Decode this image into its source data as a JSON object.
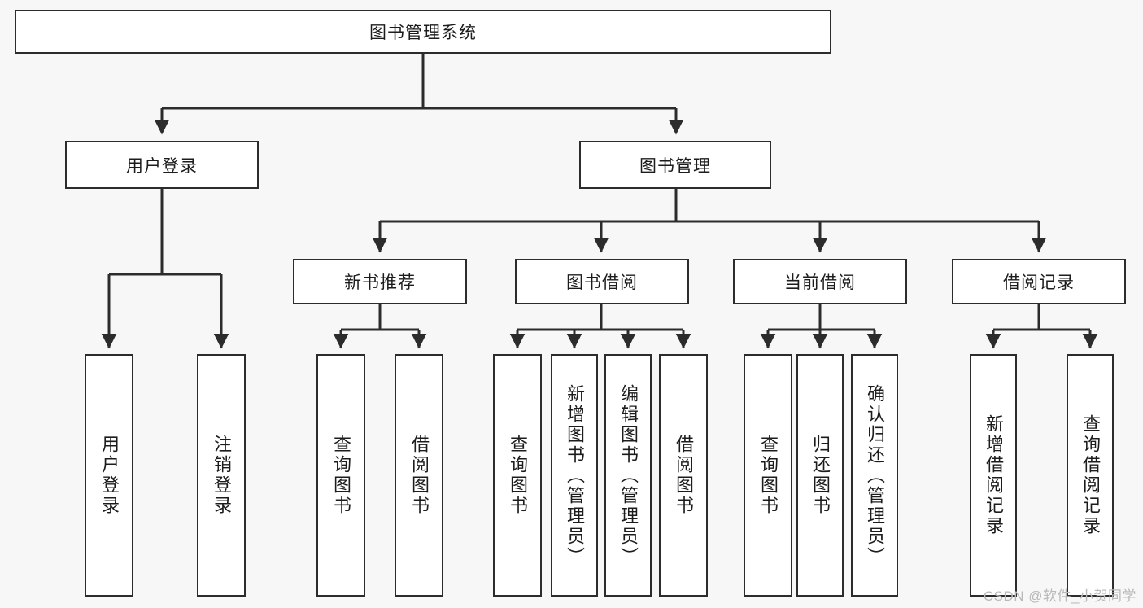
{
  "diagram": {
    "title": "图书管理系统",
    "type": "tree-hierarchy",
    "watermark": "CSDN @软件_小贺同学",
    "colors": {
      "stroke": "#2c2c2c",
      "fill": "#ffffff",
      "background": "#f7f7f7",
      "text": "#1c1c1c",
      "watermark": "#b9b9b9"
    },
    "root": {
      "id": "root",
      "label": "图书管理系统"
    },
    "level2": [
      {
        "id": "user-login",
        "label": "用户登录"
      },
      {
        "id": "book-manage",
        "label": "图书管理"
      }
    ],
    "level3": [
      {
        "id": "new-book-recommend",
        "label": "新书推荐",
        "parent": "book-manage"
      },
      {
        "id": "book-borrow",
        "label": "图书借阅",
        "parent": "book-manage"
      },
      {
        "id": "current-borrow",
        "label": "当前借阅",
        "parent": "book-manage"
      },
      {
        "id": "borrow-record",
        "label": "借阅记录",
        "parent": "book-manage"
      }
    ],
    "leaves": [
      {
        "id": "leaf-user-login",
        "label": "用户登录",
        "parent": "user-login"
      },
      {
        "id": "leaf-logout",
        "label": "注销登录",
        "parent": "user-login"
      },
      {
        "id": "leaf-query-book-1",
        "label": "查询图书",
        "parent": "new-book-recommend"
      },
      {
        "id": "leaf-borrow-book-1",
        "label": "借阅图书",
        "parent": "new-book-recommend"
      },
      {
        "id": "leaf-query-book-2",
        "label": "查询图书",
        "parent": "book-borrow"
      },
      {
        "id": "leaf-add-book",
        "label": "新增图书（管理员）",
        "parent": "book-borrow"
      },
      {
        "id": "leaf-edit-book",
        "label": "编辑图书（管理员）",
        "parent": "book-borrow"
      },
      {
        "id": "leaf-borrow-book-2",
        "label": "借阅图书",
        "parent": "book-borrow"
      },
      {
        "id": "leaf-query-book-3",
        "label": "查询图书",
        "parent": "current-borrow"
      },
      {
        "id": "leaf-return-book",
        "label": "归还图书",
        "parent": "current-borrow"
      },
      {
        "id": "leaf-confirm-return",
        "label": "确认归还（管理员）",
        "parent": "current-borrow"
      },
      {
        "id": "leaf-add-record",
        "label": "新增借阅记录",
        "parent": "borrow-record"
      },
      {
        "id": "leaf-query-record",
        "label": "查询借阅记录",
        "parent": "borrow-record"
      }
    ]
  }
}
